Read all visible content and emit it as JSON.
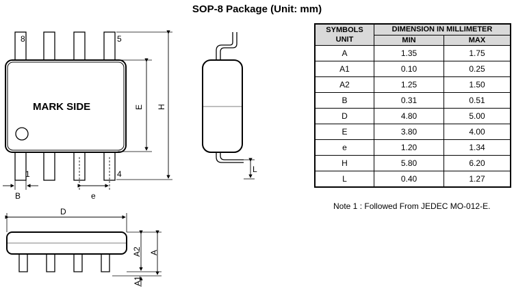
{
  "title": "SOP-8 Package (Unit: mm)",
  "drawing": {
    "mark_side": "MARK SIDE",
    "pin8": "8",
    "pin5": "5",
    "pin1": "1",
    "pin4": "4",
    "E": "E",
    "H": "H",
    "B": "B",
    "e": "e",
    "L": "L",
    "D": "D",
    "A2": "A2",
    "A": "A",
    "A1": "A1"
  },
  "table": {
    "header_symbols": "SYMBOLS",
    "header_unit": "UNIT",
    "header_dimension": "DIMENSION IN MILLIMETER",
    "header_min": "MIN",
    "header_max": "MAX",
    "rows": [
      {
        "symbol": "A",
        "min": "1.35",
        "max": "1.75"
      },
      {
        "symbol": "A1",
        "min": "0.10",
        "max": "0.25"
      },
      {
        "symbol": "A2",
        "min": "1.25",
        "max": "1.50"
      },
      {
        "symbol": "B",
        "min": "0.31",
        "max": "0.51"
      },
      {
        "symbol": "D",
        "min": "4.80",
        "max": "5.00"
      },
      {
        "symbol": "E",
        "min": "3.80",
        "max": "4.00"
      },
      {
        "symbol": "e",
        "min": "1.20",
        "max": "1.34"
      },
      {
        "symbol": "H",
        "min": "5.80",
        "max": "6.20"
      },
      {
        "symbol": "L",
        "min": "0.40",
        "max": "1.27"
      }
    ]
  },
  "note": "Note 1 : Followed From JEDEC MO-012-E."
}
